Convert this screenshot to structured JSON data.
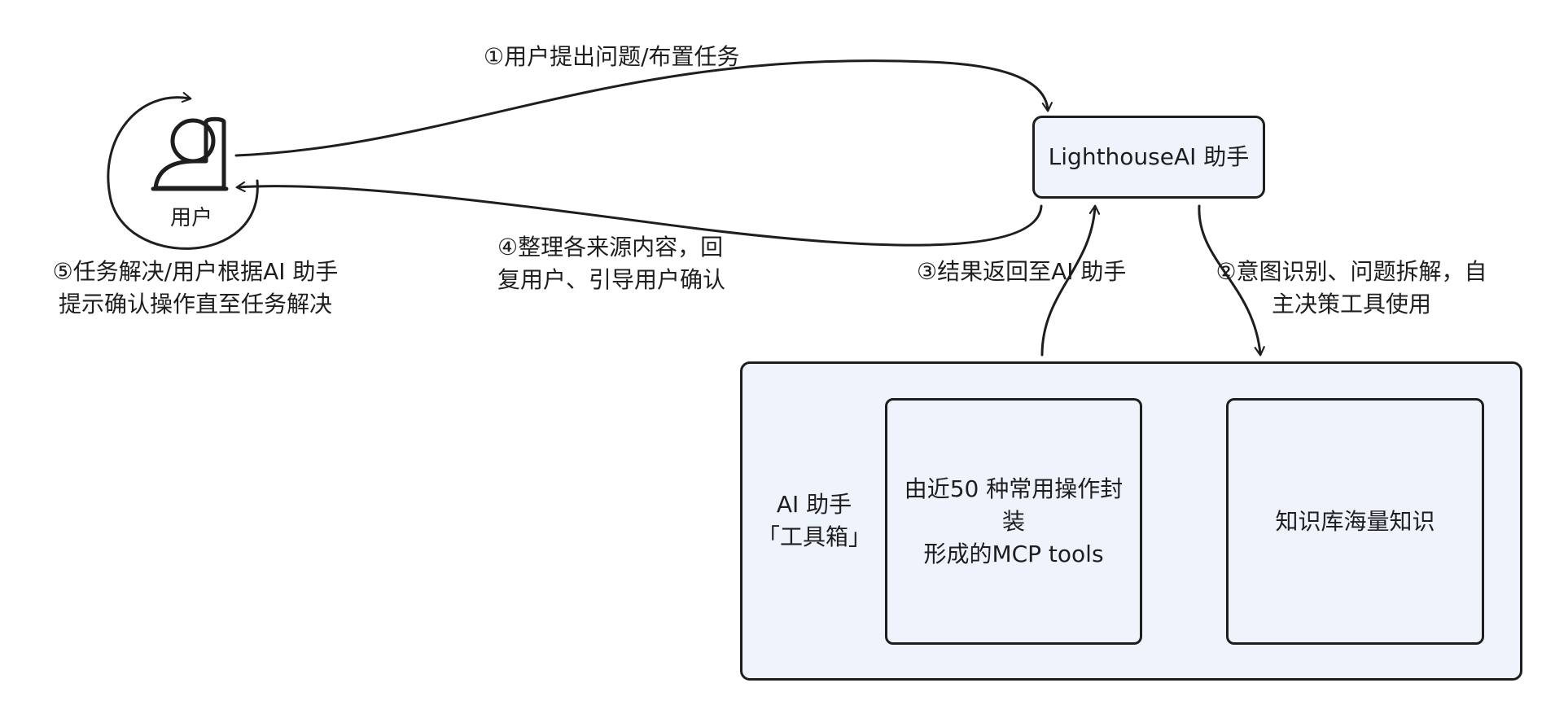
{
  "nodes": {
    "user": {
      "label": "用户"
    },
    "assistant": {
      "label": "LighthouseAI 助手"
    },
    "toolbox": {
      "title_line1": "AI 助手",
      "title_line2": "「工具箱」"
    },
    "mcp_tools": {
      "line1": "由近50 种常用操作封装",
      "line2": "形成的MCP tools"
    },
    "knowledge": {
      "label": "知识库海量知识"
    }
  },
  "edges": {
    "step1": {
      "label": "①用户提出问题/布置任务"
    },
    "step2": {
      "line1": "②意图识别、问题拆解，自",
      "line2": "主决策工具使用"
    },
    "step3": {
      "label": "③结果返回至AI 助手"
    },
    "step4": {
      "line1": "④整理各来源内容，回",
      "line2": "复用户、引导用户确认"
    },
    "step5": {
      "line1": "⑤任务解决/用户根据AI 助手",
      "line2": "提示确认操作直至任务解决"
    }
  },
  "colors": {
    "stroke": "#1e1e1e",
    "box_fill": "#eef3fc",
    "background": "#ffffff"
  },
  "icons": {
    "user": "user-icon"
  }
}
